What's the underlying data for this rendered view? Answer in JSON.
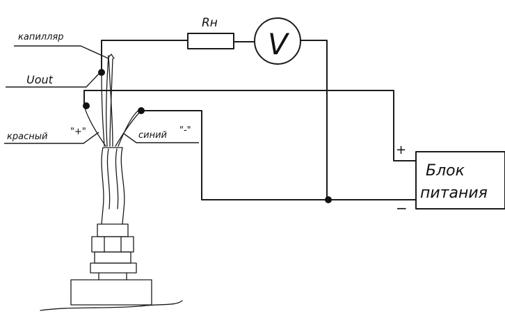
{
  "labels": {
    "capillary": "капилляр",
    "uout": "Uout",
    "red": "красный",
    "red_sign": "\"+\"",
    "blue": "синий",
    "blue_sign": "\"-\"",
    "load_resistor": "Rн",
    "voltmeter": "V",
    "psu_line1": "Блок",
    "psu_line2": "питания",
    "plus": "+",
    "minus": "−"
  },
  "colors": {
    "line": "#1a1a1a",
    "background": "#ffffff"
  }
}
